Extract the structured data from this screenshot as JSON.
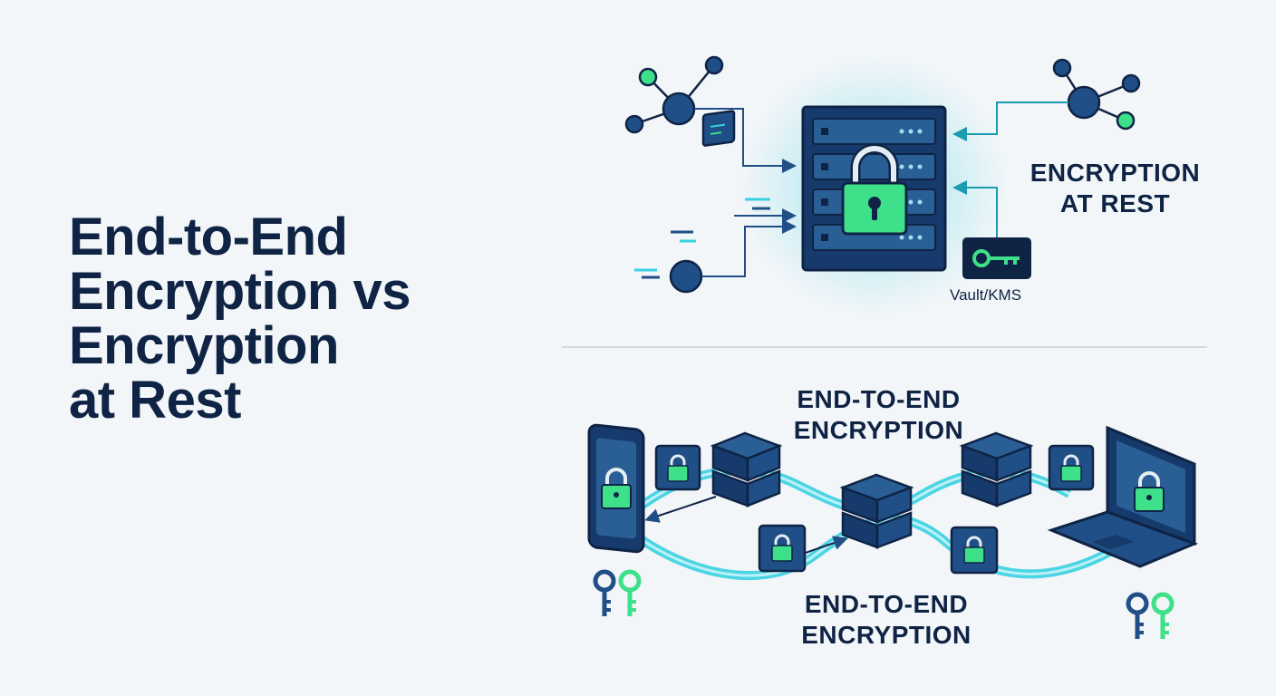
{
  "title": {
    "lines": [
      "End-to-End",
      "Encryption vs",
      "Encryption",
      "at Rest"
    ]
  },
  "top_panel": {
    "label_line1": "ENCRYPTION",
    "label_line2": "AT REST",
    "key_store_label": "Vault/KMS"
  },
  "bottom_panel": {
    "upper_label_line1": "END-TO-END",
    "upper_label_line2": "ENCRYPTION",
    "lower_label_line1": "END-TO-END",
    "lower_label_line2": "ENCRYPTION"
  },
  "colors": {
    "navy": "#0f2344",
    "blue": "#1f4f86",
    "green": "#3ee08a",
    "cyan": "#39d0e0",
    "background": "#f3f6f9"
  }
}
